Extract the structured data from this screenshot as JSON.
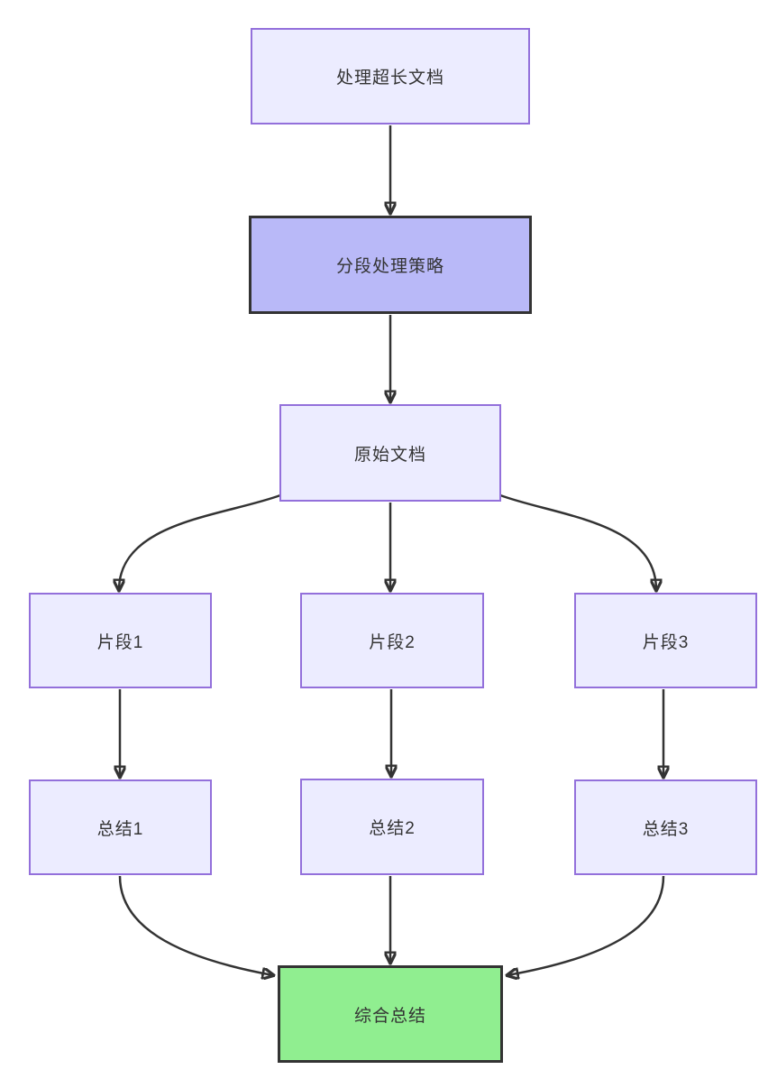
{
  "diagram": {
    "type": "flowchart-top-down",
    "nodes": [
      {
        "id": "A",
        "label": "处理超长文档",
        "style": "default"
      },
      {
        "id": "B",
        "label": "分段处理策略",
        "style": "highlight"
      },
      {
        "id": "C",
        "label": "原始文档",
        "style": "default"
      },
      {
        "id": "D1",
        "label": "片段1",
        "style": "default"
      },
      {
        "id": "D2",
        "label": "片段2",
        "style": "default"
      },
      {
        "id": "D3",
        "label": "片段3",
        "style": "default"
      },
      {
        "id": "E1",
        "label": "总结1",
        "style": "default"
      },
      {
        "id": "E2",
        "label": "总结2",
        "style": "default"
      },
      {
        "id": "E3",
        "label": "总结3",
        "style": "default"
      },
      {
        "id": "F",
        "label": "综合总结",
        "style": "success"
      }
    ],
    "edges": [
      {
        "from": "处理超长文档",
        "to": "分段处理策略"
      },
      {
        "from": "分段处理策略",
        "to": "原始文档"
      },
      {
        "from": "原始文档",
        "to": "片段1"
      },
      {
        "from": "原始文档",
        "to": "片段2"
      },
      {
        "from": "原始文档",
        "to": "片段3"
      },
      {
        "from": "片段1",
        "to": "总结1"
      },
      {
        "from": "片段2",
        "to": "总结2"
      },
      {
        "from": "片段3",
        "to": "总结3"
      },
      {
        "from": "总结1",
        "to": "综合总结"
      },
      {
        "from": "总结2",
        "to": "综合总结"
      },
      {
        "from": "总结3",
        "to": "综合总结"
      }
    ],
    "colors": {
      "node_fill": "#ECECFF",
      "node_border": "#9370DB",
      "highlight_fill": "#b9b9f8",
      "emphasis_border": "#333333",
      "success_fill": "#90EE90",
      "edge": "#333333",
      "text": "#333333",
      "background": "#ffffff"
    }
  }
}
